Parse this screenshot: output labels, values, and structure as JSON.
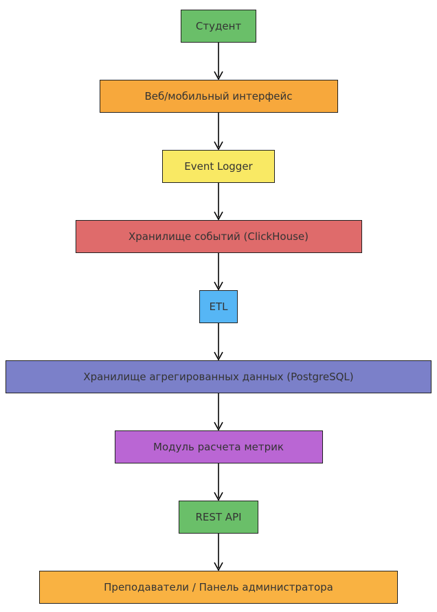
{
  "diagram": {
    "type": "flowchart",
    "direction": "top-down",
    "title": ""
  },
  "colors": {
    "arrow": "#000000",
    "text": "#333333",
    "border": "#222222"
  },
  "nodes": [
    {
      "id": "student",
      "label": "Студент",
      "color": "#6abf69"
    },
    {
      "id": "web_interface",
      "label": "Веб/мобильный интерфейс",
      "color": "#f7a83c"
    },
    {
      "id": "event_logger",
      "label": "Event Logger",
      "color": "#f9e964"
    },
    {
      "id": "clickhouse",
      "label": "Хранилище событий (ClickHouse)",
      "color": "#df6b6b"
    },
    {
      "id": "etl",
      "label": "ETL",
      "color": "#56b6f5"
    },
    {
      "id": "postgres",
      "label": "Хранилище агрегированных данных (PostgreSQL)",
      "color": "#7b80c9"
    },
    {
      "id": "metrics_module",
      "label": "Модуль расчета метрик",
      "color": "#ba66d4"
    },
    {
      "id": "rest_api",
      "label": "REST API",
      "color": "#6abf69"
    },
    {
      "id": "admin_panel",
      "label": "Преподаватели / Панель администратора",
      "color": "#f9b242"
    }
  ],
  "edges": [
    {
      "from": "student",
      "to": "web_interface"
    },
    {
      "from": "web_interface",
      "to": "event_logger"
    },
    {
      "from": "event_logger",
      "to": "clickhouse"
    },
    {
      "from": "clickhouse",
      "to": "etl"
    },
    {
      "from": "etl",
      "to": "postgres"
    },
    {
      "from": "postgres",
      "to": "metrics_module"
    },
    {
      "from": "metrics_module",
      "to": "rest_api"
    },
    {
      "from": "rest_api",
      "to": "admin_panel"
    }
  ]
}
